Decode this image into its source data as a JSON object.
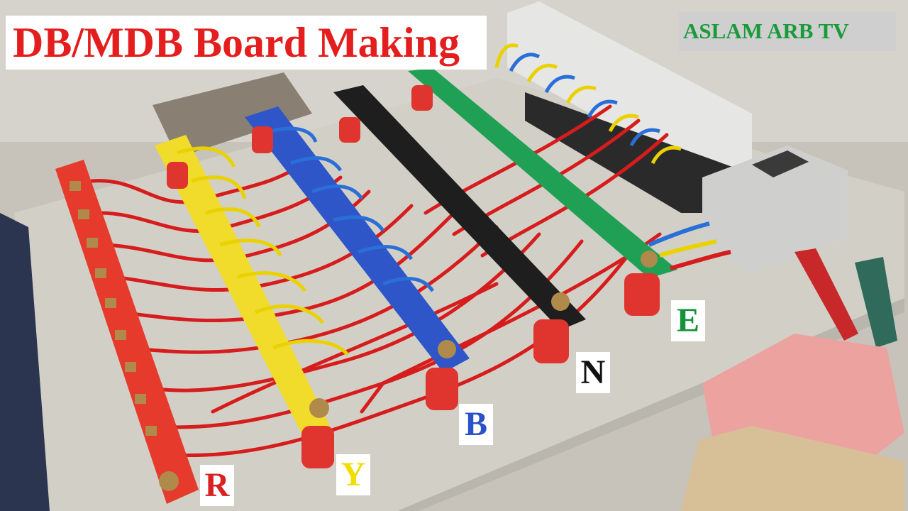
{
  "title": "DB/MDB Board Making",
  "channel": "ASLAM ARB TV",
  "phase_labels": {
    "r": "R",
    "y": "Y",
    "b": "B",
    "n": "N",
    "e": "E"
  },
  "colors": {
    "title_text": "#e41e1e",
    "channel_text": "#1a9a3a",
    "r": "#d82222",
    "y": "#f2dd00",
    "b": "#2a52c8",
    "n": "#111111",
    "e": "#13923a",
    "busbar_red": "#e63a2c",
    "busbar_yellow": "#f1db2b",
    "busbar_blue": "#2e56c9",
    "busbar_black": "#1e1e1e",
    "busbar_green": "#1fa055",
    "wire_red": "#d61c1c"
  }
}
